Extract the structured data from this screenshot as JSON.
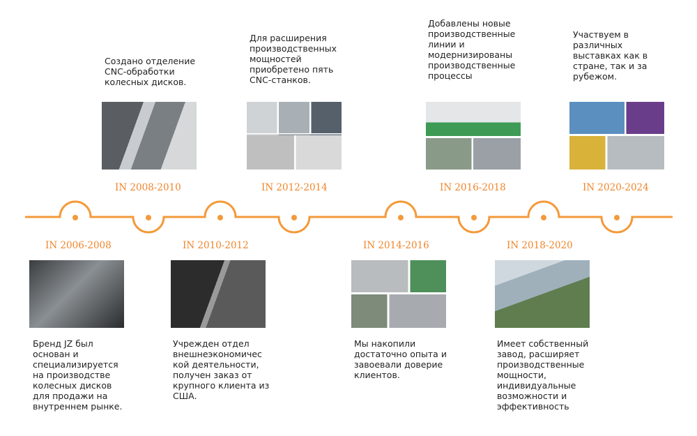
{
  "colors": {
    "accent": "#f39a3a",
    "label": "#f0852a"
  },
  "events": [
    {
      "period": "IN 2006-2008",
      "text": "Бренд JZ был основан и специализируется на производстве колесных дисков для продажи на внутреннем рынке."
    },
    {
      "period": "IN 2008-2010",
      "text": "Создано отделение CNC-обработки колесных дисков."
    },
    {
      "period": "IN 2010-2012",
      "text": "Учрежден отдел внешнеэкономичес кой деятельности, получен заказ от крупного клиента из США."
    },
    {
      "period": "IN 2012-2014",
      "text": "Для расширения производственных мощностей приобретено пять CNC-станков."
    },
    {
      "period": "IN 2014-2016",
      "text": "Мы накопили достаточно опыта и завоевали доверие клиентов."
    },
    {
      "period": "IN 2016-2018",
      "text": "Добавлены новые производственные линии и модернизированы производственные процессы"
    },
    {
      "period": "IN 2018-2020",
      "text": "Имеет собственный завод, расширяет производственные мощности, индивидуальные возможности и эффективность"
    },
    {
      "period": "IN 2020-2024",
      "text": "Участвуем в различных выставках как в стране, так и за рубежом."
    }
  ]
}
